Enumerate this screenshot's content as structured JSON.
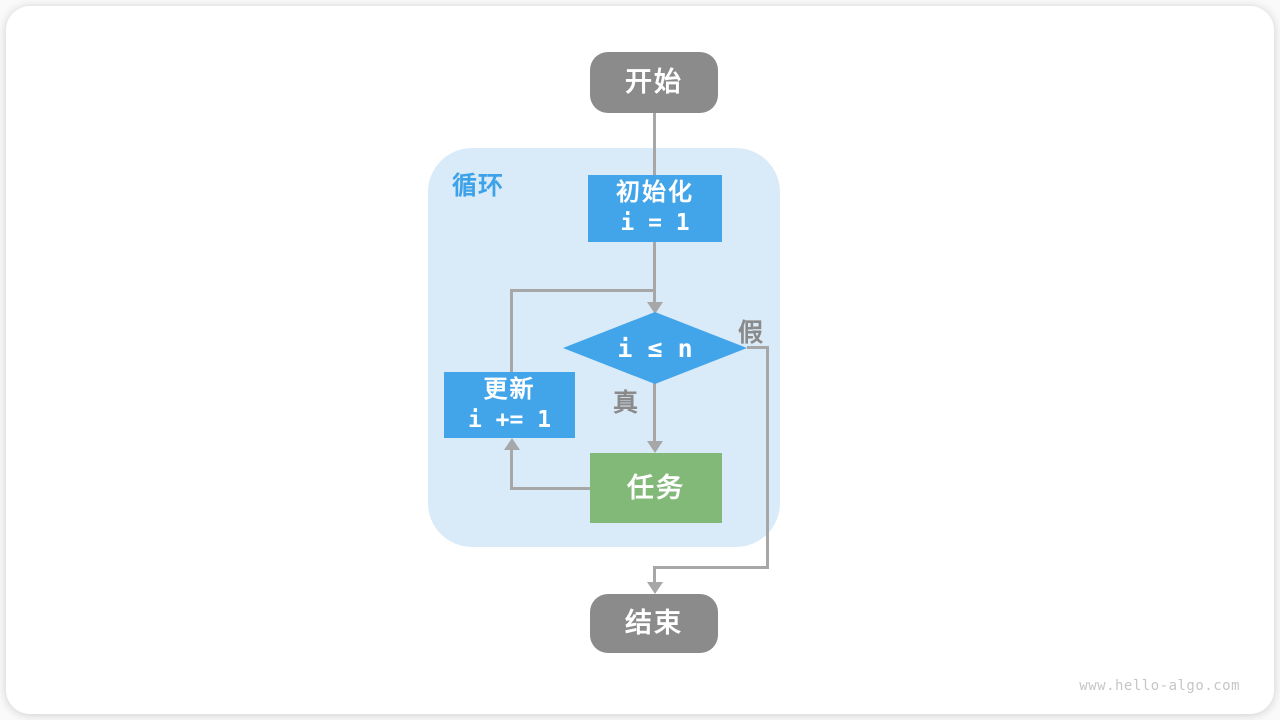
{
  "page": {
    "watermark": "www.hello-algo.com"
  },
  "diagram": {
    "type": "flowchart",
    "loop_label": "循环",
    "nodes": {
      "start": {
        "label": "开始",
        "shape": "rounded-rect",
        "color_role": "gray"
      },
      "init": {
        "title": "初始化",
        "code": "i = 1",
        "shape": "rect",
        "color_role": "blue"
      },
      "cond": {
        "code": "i ≤ n",
        "shape": "diamond",
        "color_role": "blue"
      },
      "update": {
        "title": "更新",
        "code": "i += 1",
        "shape": "rect",
        "color_role": "blue"
      },
      "task": {
        "label": "任务",
        "shape": "rect",
        "color_role": "green"
      },
      "end": {
        "label": "结束",
        "shape": "rounded-rect",
        "color_role": "gray"
      }
    },
    "edges": [
      {
        "from": "start",
        "to": "init",
        "label": ""
      },
      {
        "from": "init",
        "to": "cond",
        "label": ""
      },
      {
        "from": "cond",
        "to": "task",
        "label": "真"
      },
      {
        "from": "cond",
        "to": "end",
        "label": "假"
      },
      {
        "from": "task",
        "to": "update",
        "label": ""
      },
      {
        "from": "update",
        "to": "cond",
        "label": ""
      }
    ],
    "edge_labels": {
      "true_label": "真",
      "false_label": "假"
    },
    "colors": {
      "node_blue": "#43a5e9",
      "node_green": "#82b878",
      "node_gray": "#8b8b8b",
      "container_blue": "#d9eaf8",
      "line_gray": "#a7a7a7",
      "label_gray": "#8a8a8a",
      "loop_label_blue": "#3da2e8"
    }
  }
}
